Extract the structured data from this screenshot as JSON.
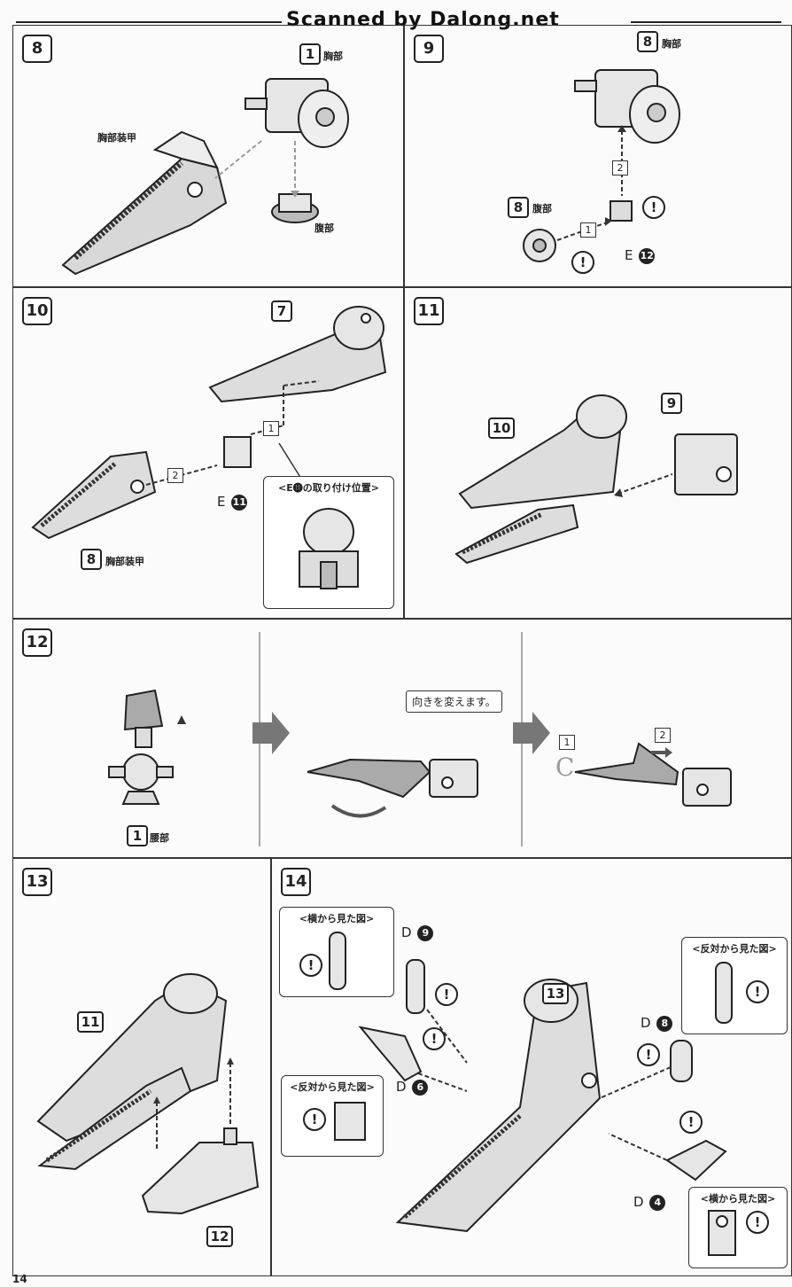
{
  "header": {
    "title": "Scanned by Dalong.net"
  },
  "steps": {
    "s8": {
      "number": "8",
      "chest_badge": "1",
      "chest_label": "胸部",
      "armor_label": "胸部装甲",
      "abdomen_label": "腹部"
    },
    "s9": {
      "number": "9",
      "badge_top": "8",
      "badge_top_label": "胸部",
      "badge_left": "8",
      "badge_left_label": "腹部",
      "seq1": "1",
      "seq2": "2",
      "part_letter": "E",
      "part_num": "12"
    },
    "s10": {
      "number": "10",
      "badge_7": "7",
      "badge_8": "8",
      "armor_label": "胸部装甲",
      "seq1": "1",
      "seq2": "2",
      "part_letter": "E",
      "part_num": "11",
      "inset_title": "<E⓫の取り付け位置>"
    },
    "s11": {
      "number": "11",
      "badge_10": "10",
      "badge_9": "9"
    },
    "s12": {
      "number": "12",
      "badge_1": "1",
      "waist_label": "腰部",
      "callout": "向きを変えます。",
      "seq1": "1",
      "seq2": "2"
    },
    "s13": {
      "number": "13",
      "badge_11": "11",
      "badge_12": "12"
    },
    "s14": {
      "number": "14",
      "badge_13": "13",
      "side_view_title": "<横から見た図>",
      "opposite_view_title": "<反対から見た図>",
      "opposite_view_title_2": "<反対から見た図>",
      "side_view_title_2": "<横から見た図>",
      "parts": [
        {
          "letter": "D",
          "num": "9"
        },
        {
          "letter": "D",
          "num": "6"
        },
        {
          "letter": "D",
          "num": "8"
        },
        {
          "letter": "D",
          "num": "4"
        }
      ]
    }
  },
  "footer": {
    "page_number": "14"
  },
  "warning_mark": "!"
}
